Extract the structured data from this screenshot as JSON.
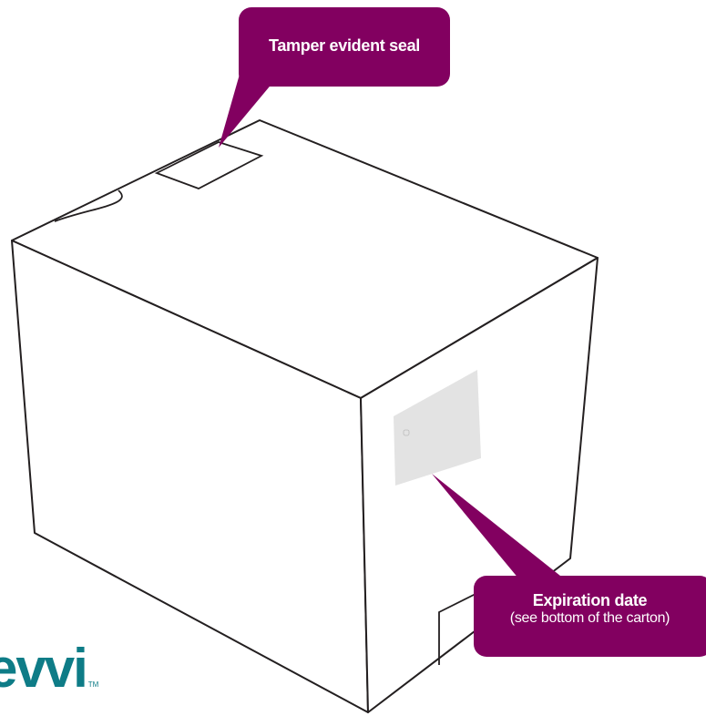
{
  "callouts": {
    "seal_label": "Tamper evident seal",
    "expiration_title": "Expiration date",
    "expiration_subtitle": "(see bottom of the carton)"
  },
  "brand": {
    "logo_text": "evvi",
    "trademark": "TM"
  },
  "colors": {
    "callout": "#820060",
    "logo": "#0e7c87",
    "outline": "#231f20",
    "label_patch": "#e3e3e3"
  }
}
